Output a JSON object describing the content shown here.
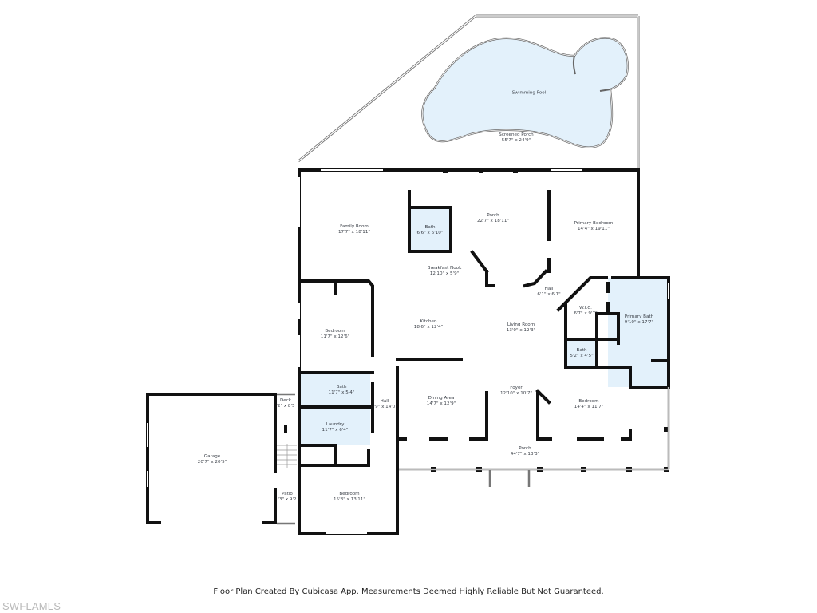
{
  "colors": {
    "wall": "#111111",
    "room_fill_wet": "#e3f1fb",
    "pool_fill": "#e3f1fb",
    "label_text": "#3a3f47",
    "window": "#ffffff",
    "watermark": "#b9b9b9"
  },
  "rooms": {
    "swimming_pool": {
      "name": "Swimming Pool",
      "dims": ""
    },
    "screened_porch": {
      "name": "Screened Porch",
      "dims": "55'7\" x 24'9\""
    },
    "family_room": {
      "name": "Family Room",
      "dims": "17'7\" x 18'11\""
    },
    "bath_upper": {
      "name": "Bath",
      "dims": "6'6\" x 6'10\""
    },
    "porch_upper": {
      "name": "Porch",
      "dims": "22'7\" x 18'11\""
    },
    "primary_bedroom": {
      "name": "Primary Bedroom",
      "dims": "14'4\" x 19'11\""
    },
    "breakfast_nook": {
      "name": "Breakfast Nook",
      "dims": "12'10\" x 5'9\""
    },
    "hall_right": {
      "name": "Hall",
      "dims": "6'1\" x 6'1\""
    },
    "wic": {
      "name": "W.I.C.",
      "dims": "6'7\" x 9'7\""
    },
    "primary_bath": {
      "name": "Primary Bath",
      "dims": "9'10\" x 17'7\""
    },
    "bedroom_left": {
      "name": "Bedroom",
      "dims": "11'7\" x 12'6\""
    },
    "kitchen": {
      "name": "Kitchen",
      "dims": "18'6\" x 12'4\""
    },
    "living_room": {
      "name": "Living Room",
      "dims": "13'0\" x 12'3\""
    },
    "bath_small": {
      "name": "Bath",
      "dims": "5'2\" x 4'5\""
    },
    "bath_left": {
      "name": "Bath",
      "dims": "11'7\" x 5'4\""
    },
    "deck": {
      "name": "Deck",
      "dims": "'2\" x 8'5"
    },
    "hall_left": {
      "name": "Hall",
      "dims": "'9\" x 14'0"
    },
    "dining_area": {
      "name": "Dining Area",
      "dims": "14'7\" x 12'9\""
    },
    "foyer": {
      "name": "Foyer",
      "dims": "12'10\" x 10'7\""
    },
    "bedroom_right": {
      "name": "Bedroom",
      "dims": "14'4\" x 11'7\""
    },
    "laundry": {
      "name": "Laundry",
      "dims": "11'7\" x 6'4\""
    },
    "garage": {
      "name": "Garage",
      "dims": "20'7\" x 20'5\""
    },
    "porch_lower": {
      "name": "Porch",
      "dims": "44'7\" x 13'3\""
    },
    "patio": {
      "name": "Patio",
      "dims": "'3\" x 9'2"
    },
    "bedroom_bottom": {
      "name": "Bedroom",
      "dims": "15'8\" x 13'11\""
    }
  },
  "footer": {
    "disclaimer": "Floor Plan Created By Cubicasa App. Measurements Deemed Highly Reliable But Not Guaranteed."
  },
  "watermark": "SWFLAMLS"
}
